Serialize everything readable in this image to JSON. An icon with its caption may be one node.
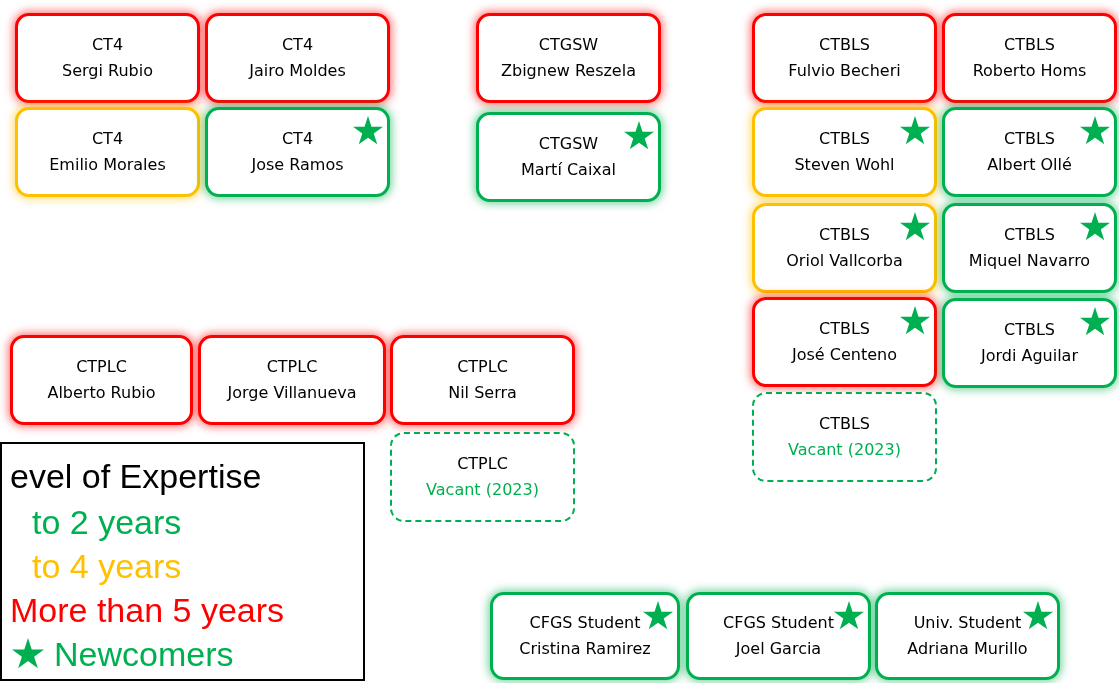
{
  "diagram": {
    "nodes": [
      {
        "text": [
          "CT4",
          "Sergi Rubio"
        ]
      },
      {
        "text": [
          "CT4",
          "Jairo Moldes"
        ]
      },
      {
        "text": [
          "CTGSW",
          "Zbignew Reszela"
        ]
      },
      {
        "text": [
          "CTBLS",
          "Fulvio Becheri"
        ]
      },
      {
        "text": [
          "CTBLS",
          "Roberto Homs"
        ]
      },
      {
        "text": [
          "CT4",
          "Emilio Morales"
        ]
      },
      {
        "text": [
          "CT4",
          "Jose Ramos"
        ]
      },
      {
        "text": [
          "CTGSW",
          "Martí Caixal"
        ]
      },
      {
        "text": [
          "CTBLS",
          "Steven Wohl"
        ]
      },
      {
        "text": [
          "CTBLS",
          "Albert Ollé"
        ]
      },
      {
        "text": [
          "CTBLS",
          "Oriol Vallcorba"
        ]
      },
      {
        "text": [
          "CTBLS",
          "Miquel Navarro"
        ]
      },
      {
        "text": [
          "CTBLS",
          "José Centeno"
        ]
      },
      {
        "text": [
          "CTBLS",
          "Jordi Aguilar"
        ]
      },
      {
        "text": [
          "CTPLC",
          "Alberto Rubio"
        ]
      },
      {
        "text": [
          "CTPLC",
          "Jorge Villanueva"
        ]
      },
      {
        "text": [
          "CTPLC",
          "Nil Serra"
        ]
      },
      {
        "text": [
          "CTBLS",
          "Vacant (2023)"
        ]
      },
      {
        "text": [
          "CTPLC",
          "Vacant (2023)"
        ]
      },
      {
        "text": [
          "CFGS Student",
          "Cristina Ramirez"
        ]
      },
      {
        "text": [
          "CFGS Student",
          "Joel Garcia"
        ]
      },
      {
        "text": [
          "Univ. Student",
          "Adriana Murillo"
        ]
      }
    ],
    "labels": [
      "evel of Expertise"
    ],
    "legend": [
      {
        "text": "to 2 years",
        "color": "#00b050"
      },
      {
        "text": "to 4 years",
        "color": "#ffc000"
      },
      {
        "text": "More than 5 years",
        "color": "#ff0000"
      },
      {
        "text": "Newcomers"
      }
    ]
  }
}
